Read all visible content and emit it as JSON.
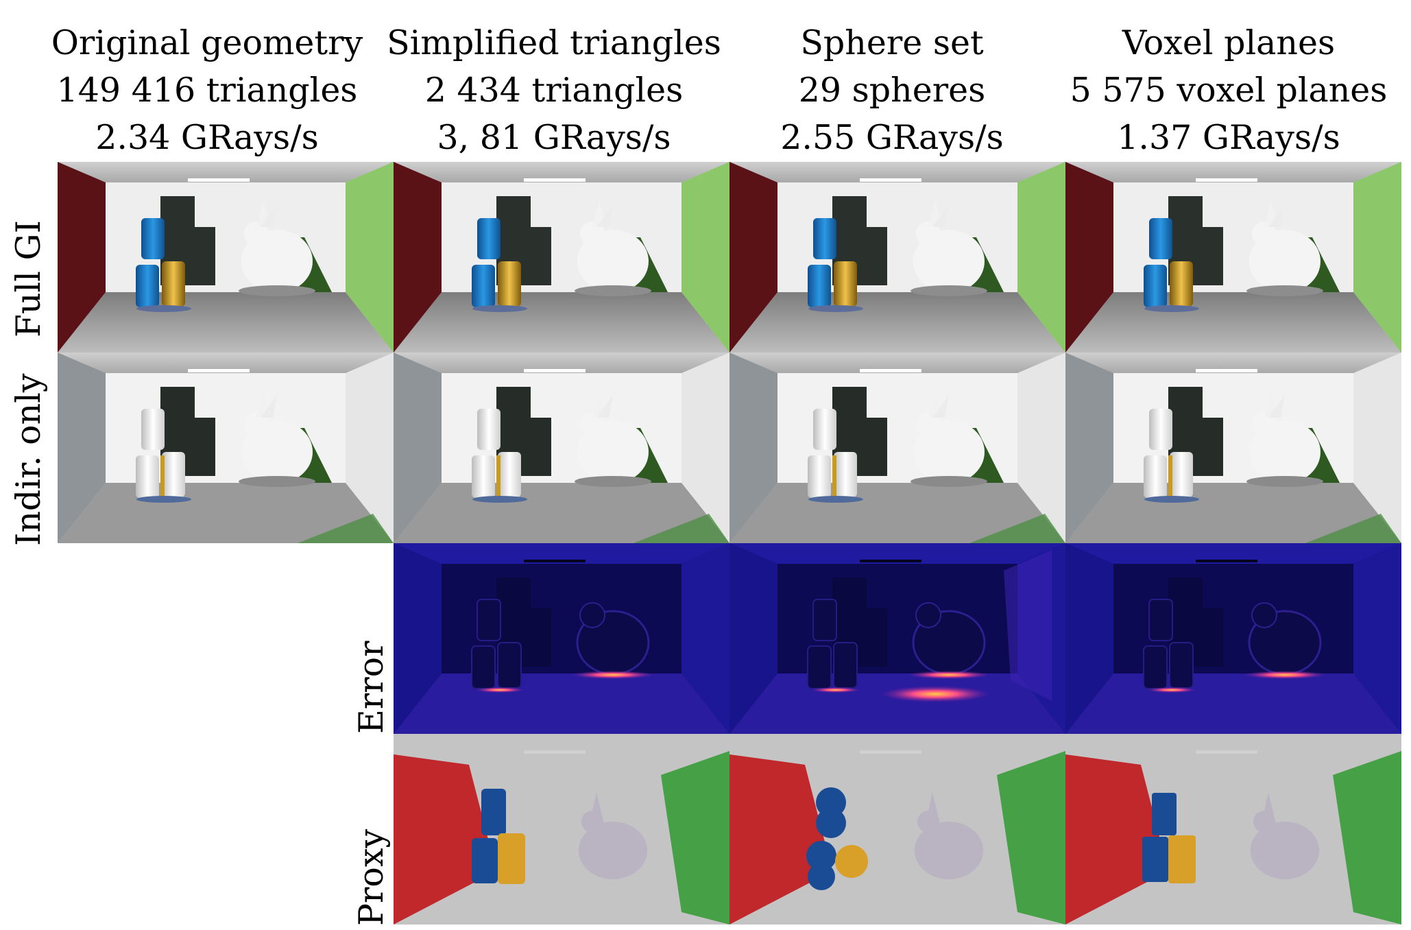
{
  "columns": [
    {
      "title": "Original geometry",
      "count": "149 416 triangles",
      "speed": "2.34 GRays/s"
    },
    {
      "title": "Simplified triangles",
      "count": "2 434 triangles",
      "speed": "3, 81 GRays/s"
    },
    {
      "title": "Sphere set",
      "count": "29 spheres",
      "speed": "2.55 GRays/s"
    },
    {
      "title": "Voxel planes",
      "count": "5 575 voxel planes",
      "speed": "1.37 GRays/s"
    }
  ],
  "rows": {
    "full_gi": "Full GI",
    "indirect_only": "Indir. only",
    "error": "Error",
    "proxy": "Proxy"
  },
  "colors": {
    "red_wall": "#5a1216",
    "green_wall": "#8cc86a",
    "barrel_blue": "#1f86d0",
    "barrel_gold": "#c99a1e",
    "error_bg": "#16127a",
    "proxy_red": "#c0282c",
    "proxy_green": "#46a046",
    "proxy_blue": "#1a4c96",
    "proxy_gold": "#d8a028"
  }
}
